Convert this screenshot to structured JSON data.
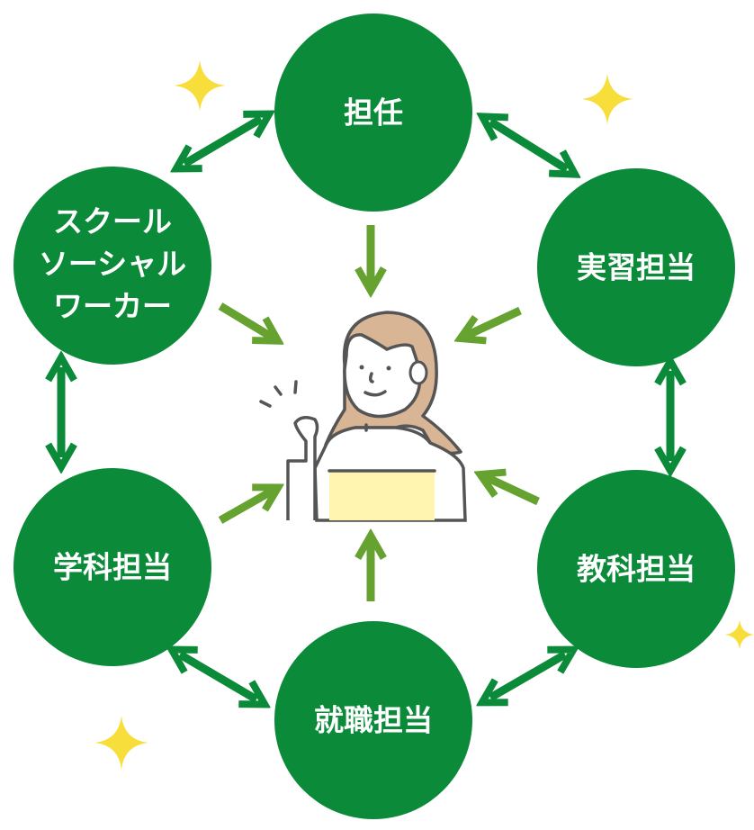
{
  "colors": {
    "circle": "#0b8a3a",
    "mutual_arrow": "#0b8a3a",
    "inward_arrow": "#66a22f",
    "sparkle": "#f7de3a",
    "hair": "#d8b594",
    "shirt_band": "#fff4b0"
  },
  "roles": {
    "homeroom": "担任",
    "practicum": "実習担当",
    "subject": "教科担当",
    "career": "就職担当",
    "department": "学科担当",
    "social_worker": [
      "スクール",
      "ソーシャル",
      "ワーカー"
    ]
  }
}
